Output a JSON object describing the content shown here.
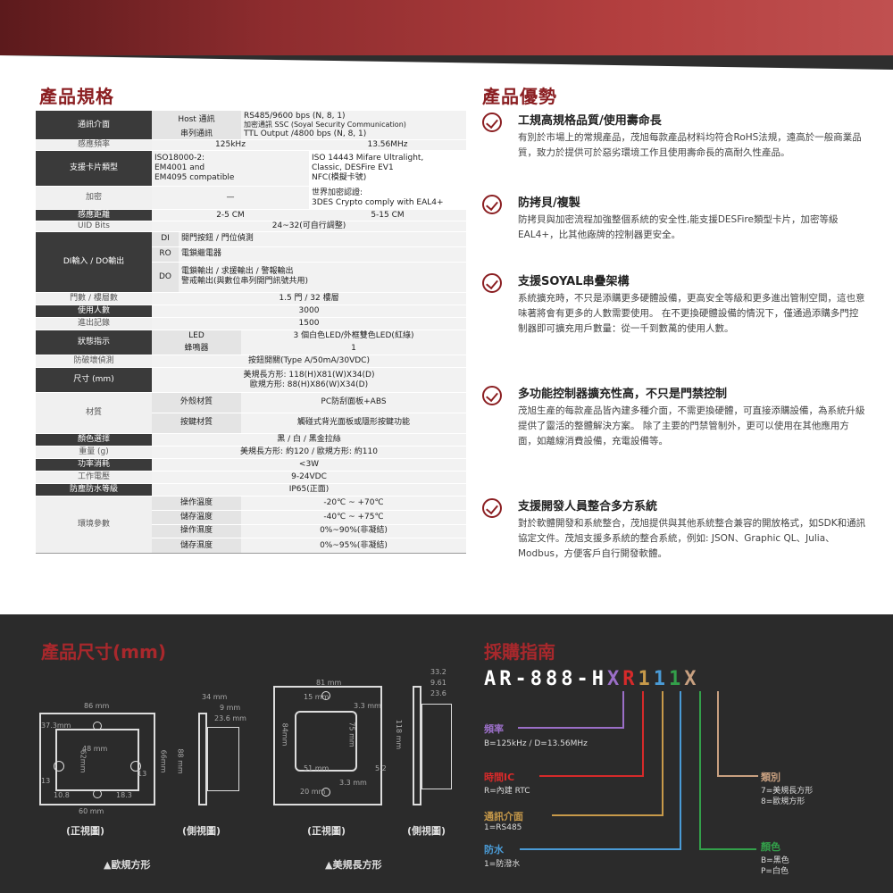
{
  "spec_title": "產品規格",
  "adv_title": "產品優勢",
  "spec": {
    "comm_label": "通訊介面",
    "comm_host_sub": "Host 通訊",
    "comm_host_val1": "RS485/9600 bps (N, 8, 1)",
    "comm_host_val2": "加密通訊 SSC (Soyal Security Communication)",
    "comm_serial_sub": "串列通訊",
    "comm_serial_val": "TTL Output /4800 bps (N, 8, 1)",
    "freq_label": "感應頻率",
    "freq_1": "125kHz",
    "freq_2": "13.56MHz",
    "card_label": "支援卡片類型",
    "card_1": "ISO18000-2:\nEM4001 and\nEM4095 compatible",
    "card_2": "ISO 14443 Mifare Ultralight,\nClassic, DESFire EV1\nNFC(模擬卡號)",
    "enc_label": "加密",
    "enc_1": "—",
    "enc_2": "世界加密認證:\n3DES Crypto comply with EAL4+",
    "dist_label": "感應距離",
    "dist_1": "2-5 CM",
    "dist_2": "5-15 CM",
    "uid_label": "UID Bits",
    "uid_val": "24~32(可自行調整)",
    "dio_label": "DI輸入 / DO輸出",
    "di_sub": "DI",
    "di_val": "開門按鈕 / 門位偵測",
    "ro_sub": "RO",
    "ro_val": "電鎖繼電器",
    "do_sub": "DO",
    "do_val": "電鎖輸出 / 求援輸出 / 警報輸出\n警戒輸出(與數位串列開門訊號共用)",
    "door_label": "門數 / 樓層數",
    "door_val": "1.5 門 / 32 樓層",
    "users_label": "使用人數",
    "users_val": "3000",
    "log_label": "進出記錄",
    "log_val": "1500",
    "status_label": "狀態指示",
    "led_sub": "LED",
    "led_val": "3 個白色LED/外框雙色LED(紅綠)",
    "buzzer_sub": "蜂鳴器",
    "buzzer_val": "1",
    "tamper_label": "防破壞偵測",
    "tamper_val": "按鈕開關(Type A/50mA/30VDC)",
    "size_label": "尺寸 (mm)",
    "size_val": "美規長方形: 118(H)X81(W)X34(D)\n歐規方形: 88(H)X86(W)X34(D)",
    "mat_label": "材質",
    "mat_shell_sub": "外殼材質",
    "mat_shell_val": "PC防刮面板+ABS",
    "mat_key_sub": "按鍵材質",
    "mat_key_val": "觸碰式背光面板或隱形按鍵功能",
    "color_label": "顏色選擇",
    "color_val": "黑 / 白 / 黑金拉絲",
    "weight_label": "重量 (g)",
    "weight_val": "美規長方形: 約120 / 歐規方形: 約110",
    "power_label": "功率消耗",
    "power_val": "<3W",
    "volt_label": "工作電壓",
    "volt_val": "9-24VDC",
    "ip_label": "防塵防水等級",
    "ip_val": "IP65(正面)",
    "env_label": "環境參數",
    "env_1_sub": "操作溫度",
    "env_1_val": "-20℃ ~ +70℃",
    "env_2_sub": "儲存溫度",
    "env_2_val": "-40℃ ~ +75℃",
    "env_3_sub": "操作濕度",
    "env_3_val": "0%~90%(非凝結)",
    "env_4_sub": "儲存濕度",
    "env_4_val": "0%~95%(非凝結)"
  },
  "advantages": [
    {
      "title": "工規高規格品質/使用壽命長",
      "text": "有別於市場上的常規產品，茂旭每款產品材料均符合RoHS法規，遠高於一般商業品質，致力於提供可於惡劣環境工作且使用壽命長的高耐久性產品。"
    },
    {
      "title": "防拷貝/複製",
      "text": "防拷貝與加密流程加強整個系統的安全性,能支援DESFire類型卡片，加密等級EAL4+，比其他廠牌的控制器更安全。"
    },
    {
      "title": "支援SOYAL串疊架構",
      "text": "系統擴充時，不只是添購更多硬體設備，更高安全等級和更多進出管制空間，這也意味著將會有更多的人數需要使用。 在不更換硬體設備的情況下，僅通過添購多門控制器即可擴充用戶數量：從一千到數萬的使用人數。"
    },
    {
      "title": "多功能控制器擴充性高，不只是門禁控制",
      "text": "茂旭生產的每款產品皆內建多種介面，不需更換硬體，可直接添購設備，為系統升級提供了靈活的整體解決方案。 除了主要的門禁管制外，更可以使用在其他應用方面，如離線消費設備，充電設備等。"
    },
    {
      "title": "支援開發人員整合多方系統",
      "text": "對於軟體開發和系統整合，茂旭提供與其他系統整合兼容的開放格式，如SDK和通訊協定文件。茂旭支援多系統的整合系統，例如: JSON、Graphic QL、Julia、Modbus，方便客戶自行開發軟體。"
    }
  ],
  "dims": {
    "title": "產品尺寸(mm)",
    "eu_width": "86 mm",
    "eu_left": "37.3mm",
    "eu_inner": "48 mm",
    "eu_h1": "62mm",
    "eu_h2": "66mm",
    "eu_h3": "88 mm",
    "eu_small1": "13",
    "eu_small2": "10.8",
    "eu_small3": "18.3",
    "eu_small4": "13",
    "eu_bottom": "60 mm",
    "eu_side1": "34 mm",
    "eu_side2": "9 mm",
    "eu_side3": "23.6 mm",
    "us_width": "81 mm",
    "us_top": "15 mm",
    "us_33a": "3.3 mm",
    "us_h1": "84mm",
    "us_h2": "75 mm",
    "us_51": "51 mm",
    "us_52": "5.2",
    "us_33b": "3.3 mm",
    "us_20": "20 mm",
    "us_118": "118 mm",
    "us_side1": "33.2",
    "us_side2": "9.61",
    "us_side3": "23.6",
    "front": "(正視圖)",
    "side": "(側視圖)",
    "eu_caption": "▲歐規方形",
    "us_caption": "▲美規長方形"
  },
  "order": {
    "title": "採購指南",
    "code_prefix": "AR-888-H",
    "code_chars": [
      "X",
      "R",
      "1",
      "1",
      "1",
      "X"
    ],
    "code_colors": [
      "#9b6fc8",
      "#d62a2a",
      "#c89a4a",
      "#4a9bd6",
      "#33a04a",
      "#c8a080"
    ],
    "freq_label": "頻率",
    "freq_val": "B=125kHz / D=13.56MHz",
    "rtc_label": "時間IC",
    "rtc_val": "R=內建 RTC",
    "comm_label": "通訊介面",
    "comm_val": "1=RS485",
    "water_label": "防水",
    "water_val": "1=防潑水",
    "type_label": "類別",
    "type_val1": "7=美規長方形",
    "type_val2": "8=歐規方形",
    "color_label": "顏色",
    "color_val1": "B=黑色",
    "color_val2": "P=白色"
  }
}
